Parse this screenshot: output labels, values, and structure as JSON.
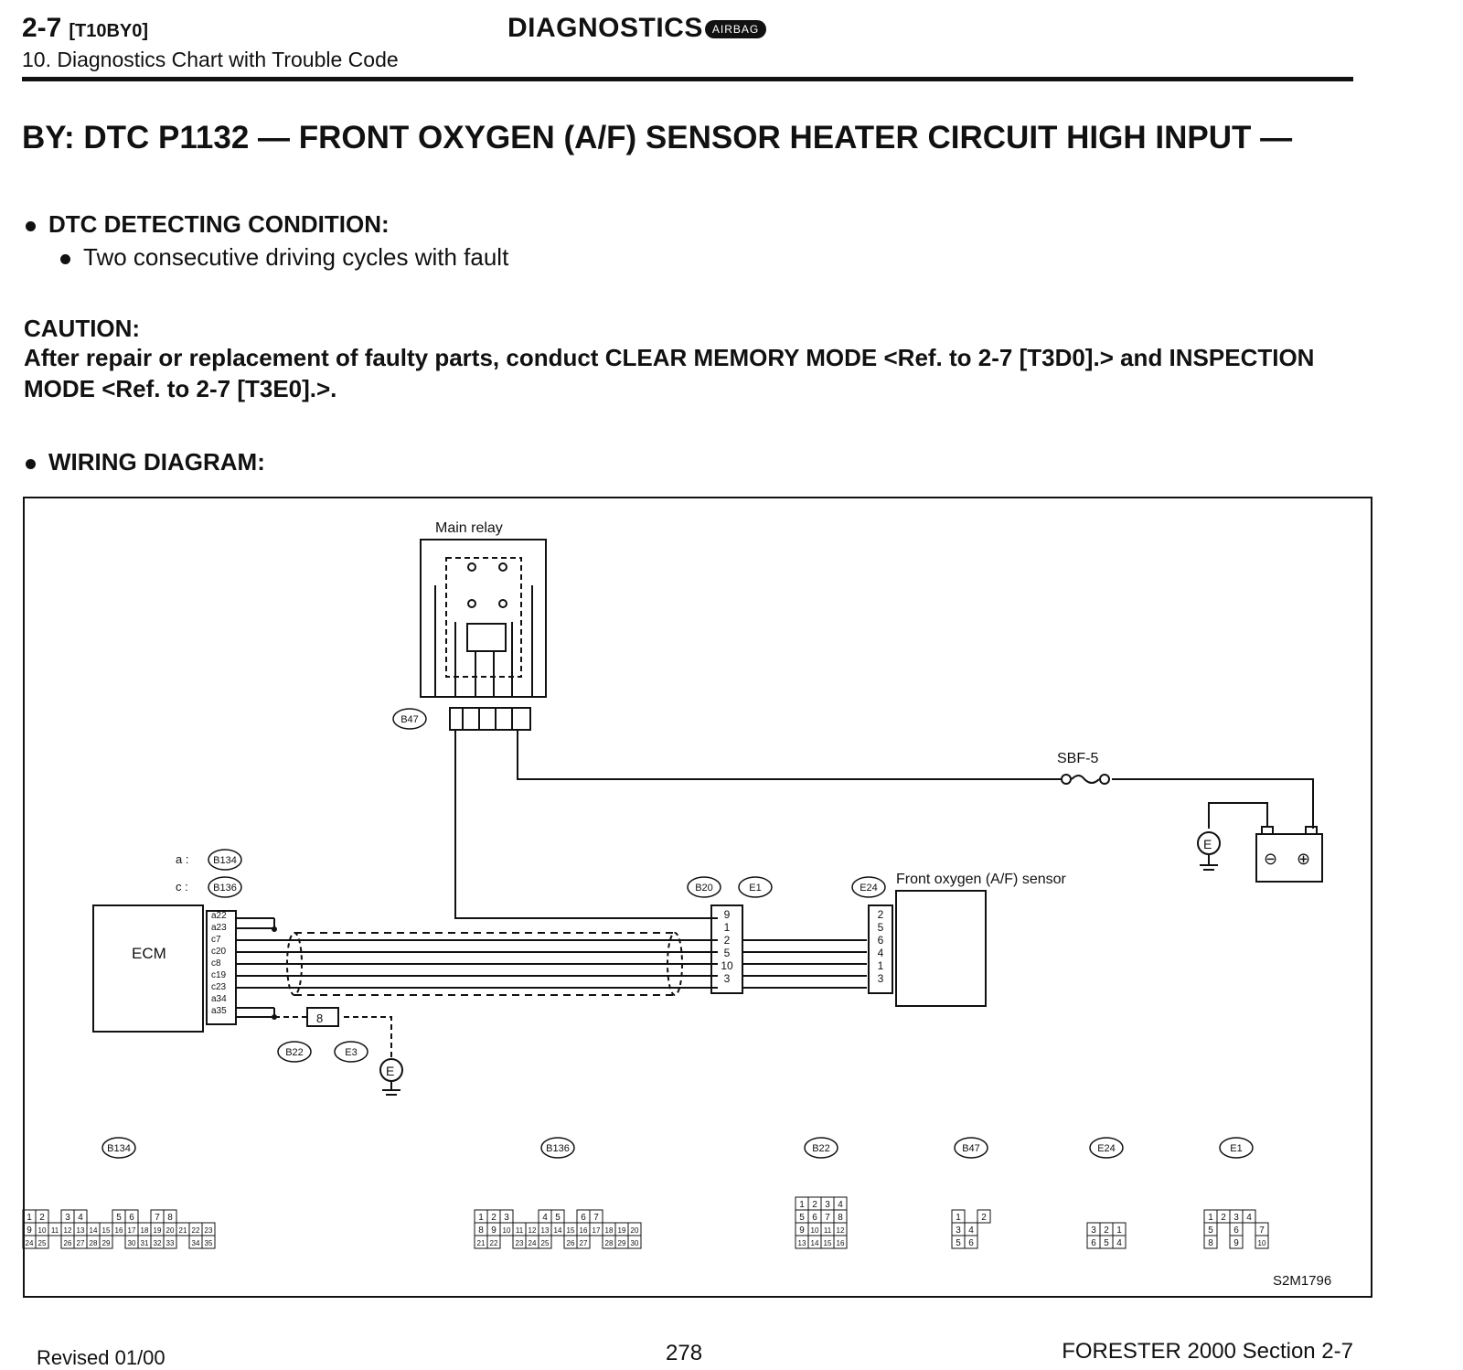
{
  "header": {
    "section_code": "2-7",
    "section_tag": "[T10BY0]",
    "subtitle": "10. Diagnostics Chart with Trouble Code",
    "category": "DIAGNOSTICS",
    "badge": "AIRBAG"
  },
  "title": "BY: DTC P1132 — FRONT OXYGEN (A/F) SENSOR HEATER CIRCUIT HIGH INPUT —",
  "dtc_condition": {
    "heading": "DTC DETECTING CONDITION:",
    "items": [
      "Two consecutive driving cycles with fault"
    ]
  },
  "caution": {
    "heading": "CAUTION:",
    "text": "After repair or replacement of faulty parts, conduct CLEAR MEMORY MODE <Ref. to 2-7 [T3D0].> and INSPECTION MODE <Ref. to 2-7 [T3E0].>."
  },
  "wiring_heading": "WIRING DIAGRAM:",
  "diagram": {
    "main_relay_label": "Main relay",
    "relay_connector": "B47",
    "fuse_label": "SBF-5",
    "sensor_label": "Front oxygen (A/F) sensor",
    "ecm_label": "ECM",
    "ground_label": "E",
    "connector_legend": [
      {
        "key": "a :",
        "code": "B134"
      },
      {
        "key": "c :",
        "code": "B136"
      }
    ],
    "mid_connectors": [
      "B20",
      "E1",
      "E24"
    ],
    "ground_connectors": [
      "B22",
      "E3"
    ],
    "ground_splice_pin": "8",
    "ecm_pins": [
      "a22",
      "a23",
      "c7",
      "c20",
      "c8",
      "c19",
      "c23",
      "a34",
      "a35"
    ],
    "e1_pins": [
      "9",
      "1",
      "2",
      "5",
      "10",
      "3"
    ],
    "sensor_pins": [
      "2",
      "5",
      "6",
      "4",
      "1",
      "3"
    ],
    "battery_symbols": [
      "⊖",
      "⊕"
    ],
    "figure_code": "S2M1796",
    "connector_views": [
      {
        "code": "B134",
        "rows": [
          [
            "1",
            "2",
            "",
            "3",
            "4",
            "",
            "",
            "5",
            "6",
            "",
            "7",
            "8"
          ],
          [
            "9",
            "10",
            "11",
            "12",
            "13",
            "14",
            "15",
            "16",
            "17",
            "18",
            "19",
            "20",
            "21",
            "22",
            "23"
          ],
          [
            "24",
            "25",
            "",
            "26",
            "27",
            "28",
            "29",
            "",
            "30",
            "31",
            "32",
            "33",
            "",
            "34",
            "35"
          ]
        ]
      },
      {
        "code": "B136",
        "rows": [
          [
            "1",
            "2",
            "3",
            "",
            "",
            "4",
            "5",
            "",
            "6",
            "7"
          ],
          [
            "8",
            "9",
            "10",
            "11",
            "12",
            "13",
            "14",
            "15",
            "16",
            "17",
            "18",
            "19",
            "20"
          ],
          [
            "21",
            "22",
            "",
            "23",
            "24",
            "25",
            "",
            "26",
            "27",
            "",
            "28",
            "29",
            "30"
          ]
        ]
      },
      {
        "code": "B22",
        "rows": [
          [
            "1",
            "2",
            "3",
            "4"
          ],
          [
            "5",
            "6",
            "7",
            "8"
          ],
          [
            "9",
            "10",
            "11",
            "12"
          ],
          [
            "13",
            "14",
            "15",
            "16"
          ]
        ]
      },
      {
        "code": "B47",
        "rows": [
          [
            "1",
            "",
            "2"
          ],
          [
            "3",
            "4"
          ],
          [
            "5",
            "6"
          ]
        ]
      },
      {
        "code": "E24",
        "rows": [
          [
            "3",
            "2",
            "1"
          ],
          [
            "6",
            "5",
            "4"
          ]
        ]
      },
      {
        "code": "E1",
        "rows": [
          [
            "1",
            "2",
            "3",
            "4"
          ],
          [
            "5",
            "",
            "6",
            "",
            "7"
          ],
          [
            "8",
            "",
            "9",
            "",
            "10"
          ]
        ]
      }
    ]
  },
  "footer": {
    "revised": "Revised 01/00",
    "page": "278",
    "doc": "FORESTER 2000 Section 2-7"
  }
}
